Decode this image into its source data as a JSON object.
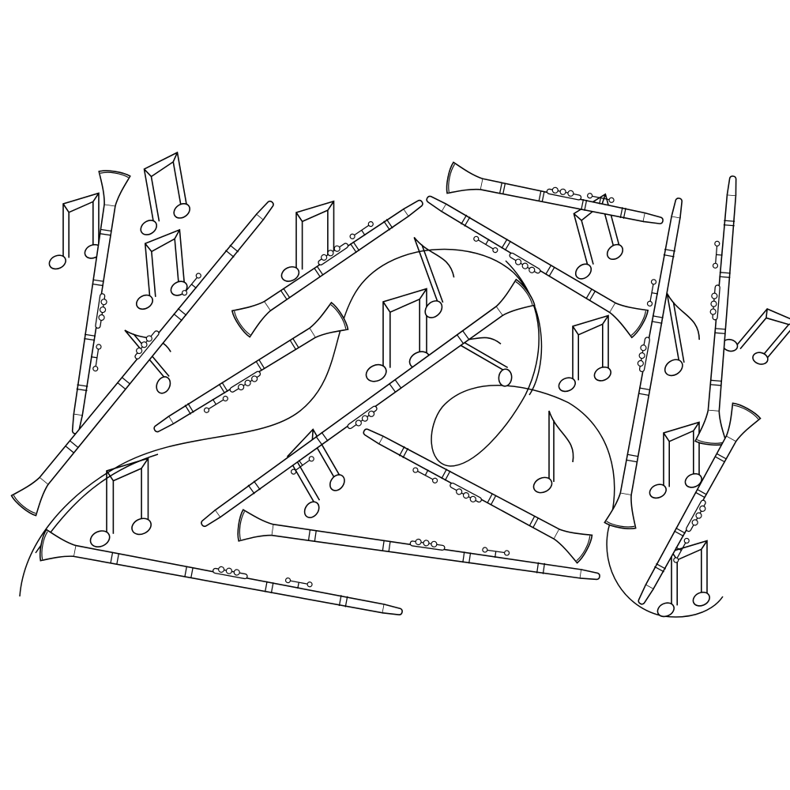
{
  "artwork": {
    "style": "line-art coloring page",
    "stroke_color": "#000000",
    "fill_color": "#ffffff",
    "background_color": "#ffffff",
    "objects": [
      "clarinet",
      "beamed-eighth-note",
      "single-eighth-note",
      "swirl-curve"
    ]
  }
}
